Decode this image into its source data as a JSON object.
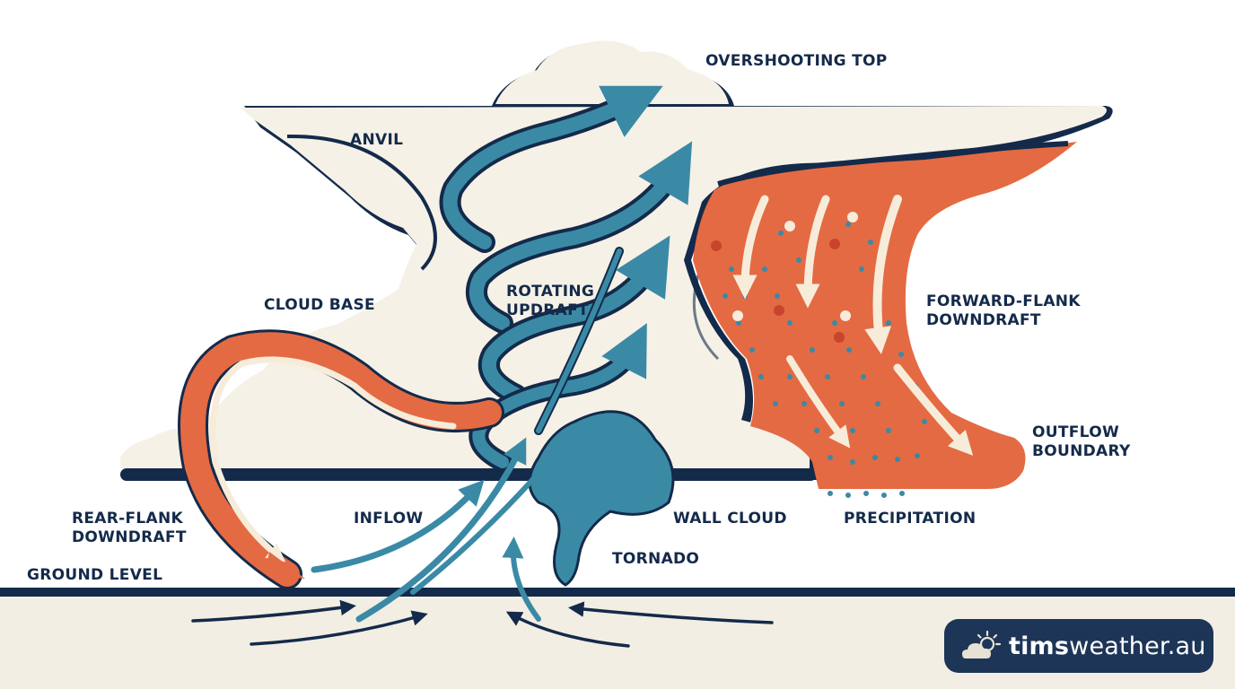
{
  "labels": {
    "overshooting_top": "OVERSHOOTING TOP",
    "anvil": "ANVIL",
    "cloud_base": "CLOUD BASE",
    "rotating_updraft": [
      "ROTATING",
      "UPDRAFT"
    ],
    "forward_flank_downdraft": [
      "FORWARD-FLANK",
      "DOWNDRAFT"
    ],
    "outflow_boundary": [
      "OUTFLOW",
      "BOUNDARY"
    ],
    "rear_flank_downdraft": [
      "REAR-FLANK",
      "DOWNDRAFT"
    ],
    "inflow": "INFLOW",
    "wall_cloud": "WALL CLOUD",
    "precipitation": "PRECIPITATION",
    "tornado": "TORNADO",
    "ground_level": "GROUND LEVEL"
  },
  "logo": {
    "bold": "tims",
    "light": "weather.au",
    "icon": "sun-cloud-icon"
  },
  "colors": {
    "navy": "#142a4a",
    "cloud": "#f5f1e6",
    "teal": "#3a8aa6",
    "orange": "#e46a43",
    "cream": "#f7ecd9",
    "ground": "#f2eee3"
  }
}
